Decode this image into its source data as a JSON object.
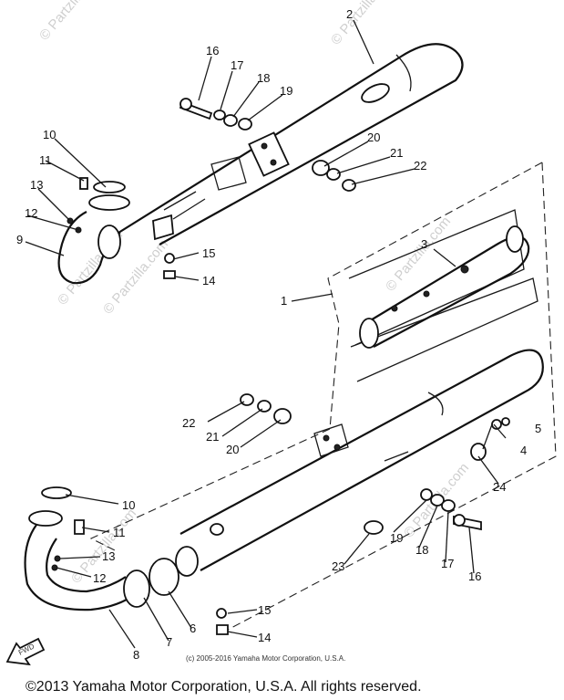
{
  "watermark": "© Partzilla.com",
  "copyright_small": "(c) 2005-2016 Yamaha Motor Corporation, U.S.A.",
  "copyright_footer": "©2013 Yamaha Motor Corporation, U.S.A. All rights reserved.",
  "front_arrow_label": "FWD",
  "callouts": {
    "c1": "1",
    "c2": "2",
    "c3": "3",
    "c4": "4",
    "c5": "5",
    "c6": "6",
    "c7": "7",
    "c8": "8",
    "c9": "9",
    "c10a": "10",
    "c10b": "10",
    "c11a": "11",
    "c11b": "11",
    "c12a": "12",
    "c12b": "12",
    "c13a": "13",
    "c13b": "13",
    "c14a": "14",
    "c14b": "14",
    "c15a": "15",
    "c15b": "15",
    "c16a": "16",
    "c16b": "16",
    "c17a": "17",
    "c17b": "17",
    "c18a": "18",
    "c18b": "18",
    "c19a": "19",
    "c19b": "19",
    "c20a": "20",
    "c20b": "20",
    "c21a": "21",
    "c21b": "21",
    "c22a": "22",
    "c22b": "22",
    "c23": "23",
    "c24": "24"
  }
}
